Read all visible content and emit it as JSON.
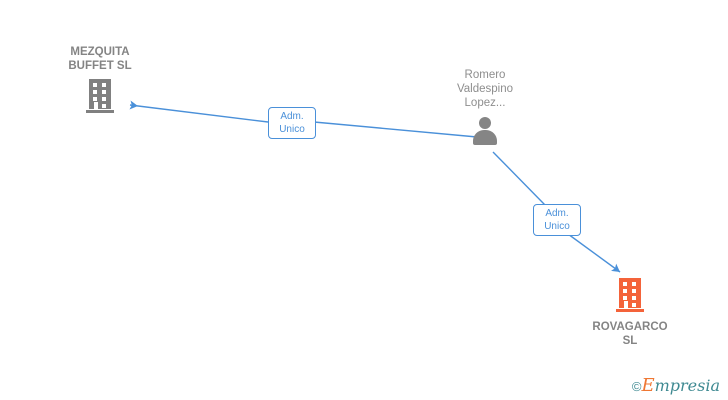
{
  "diagram": {
    "background": "#ffffff",
    "edge_color": "#4a90d9",
    "company_color": "#808080",
    "company_color_highlight": "#f4633a",
    "person_color": "#858585"
  },
  "nodes": {
    "mezquita": {
      "label": "MEZQUITA\nBUFFET SL",
      "icon": "company-building-icon",
      "color": "#808080"
    },
    "person": {
      "label": "Romero\nValdespino\nLopez...",
      "icon": "person-icon",
      "color": "#858585"
    },
    "rovagarco": {
      "label": "ROVAGARCO\nSL",
      "icon": "company-building-icon",
      "color": "#f4633a"
    }
  },
  "edges": [
    {
      "id": "person-to-mezquita",
      "label": "Adm.\nUnico",
      "from": "person",
      "to": "mezquita"
    },
    {
      "id": "person-to-rovagarco",
      "label": "Adm.\nUnico",
      "from": "person",
      "to": "rovagarco"
    }
  ],
  "watermark": {
    "copyright": "©",
    "brand_first": "E",
    "brand_rest": "mpresia"
  }
}
